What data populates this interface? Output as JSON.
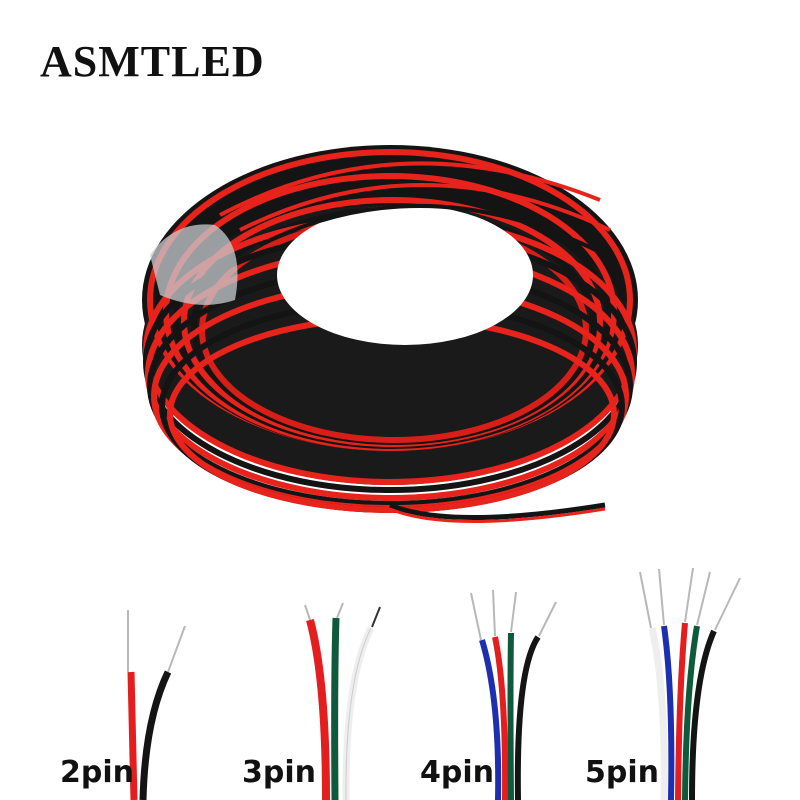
{
  "brand": {
    "name": "ASMTLED"
  },
  "product": {
    "subject": "red-black-2-core-cable-coil",
    "coil_colors": [
      "#e8231c",
      "#141414"
    ]
  },
  "variants": [
    {
      "label": "2pin",
      "wires": [
        "#e41e1e",
        "#141414"
      ]
    },
    {
      "label": "3pin",
      "wires": [
        "#e41e1e",
        "#0f5a3c",
        "#f2f2f2"
      ]
    },
    {
      "label": "4pin",
      "wires": [
        "#1c2fb0",
        "#e41e1e",
        "#0f5a3c",
        "#141414"
      ]
    },
    {
      "label": "5pin",
      "wires": [
        "#f2f2f2",
        "#1c2fb0",
        "#e41e1e",
        "#0f5a3c",
        "#141414"
      ]
    }
  ]
}
